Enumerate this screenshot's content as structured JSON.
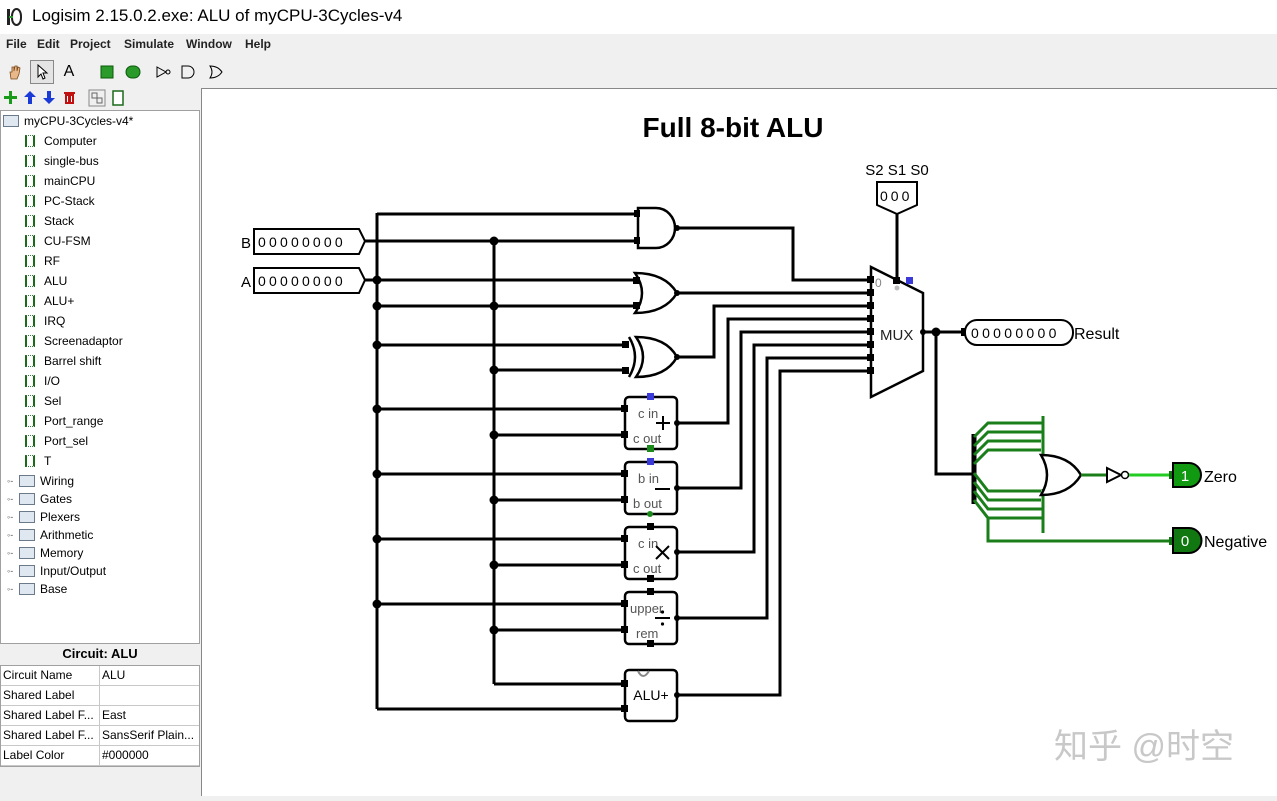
{
  "window": {
    "title": "Logisim 2.15.0.2.exe: ALU of myCPU-3Cycles-v4"
  },
  "menu": [
    "File",
    "Edit",
    "Project",
    "Simulate",
    "Window",
    "Help"
  ],
  "project_tree": {
    "root": "myCPU-3Cycles-v4*",
    "circuits": [
      "Computer",
      "single-bus",
      "mainCPU",
      "PC-Stack",
      "Stack",
      "CU-FSM",
      "RF",
      "ALU",
      "ALU+",
      "IRQ",
      "Screenadaptor",
      "Barrel shift",
      "I/O",
      "Sel",
      "Port_range",
      "Port_sel",
      "T"
    ],
    "libraries": [
      "Wiring",
      "Gates",
      "Plexers",
      "Arithmetic",
      "Memory",
      "Input/Output",
      "Base"
    ]
  },
  "properties": {
    "header": "Circuit: ALU",
    "rows": [
      {
        "key": "Circuit Name",
        "value": "ALU"
      },
      {
        "key": "Shared Label",
        "value": ""
      },
      {
        "key": "Shared Label F...",
        "value": "East"
      },
      {
        "key": "Shared Label F...",
        "value": "SansSerif Plain..."
      },
      {
        "key": "Label Color",
        "value": "#000000"
      }
    ]
  },
  "circuit": {
    "title": "Full 8-bit ALU",
    "select_label": "S2 S1 S0",
    "select_value": "000",
    "input_b_label": "B",
    "input_b_value": "00000000",
    "input_a_label": "A",
    "input_a_value": "00000000",
    "mux_label": "MUX",
    "mux_zero": "0",
    "result_value": "00000000",
    "result_label": "Result",
    "zero_value": "1",
    "zero_label": "Zero",
    "negative_value": "0",
    "negative_label": "Negative",
    "adder": {
      "top": "c in",
      "bottom": "c out"
    },
    "subtractor": {
      "top": "b in",
      "bottom": "b out"
    },
    "multiplier": {
      "top": "c in",
      "bottom": "c out"
    },
    "divider": {
      "top": "upper",
      "bottom": "rem"
    },
    "alu_plus": "ALU+"
  },
  "watermark": "知乎 @时空",
  "colors": {
    "wire": "#000000",
    "active_wire": "#1a7f1a",
    "bright_wire": "#22cc22",
    "pin_green": "#117711",
    "select_blue": "#3a3ad8"
  }
}
